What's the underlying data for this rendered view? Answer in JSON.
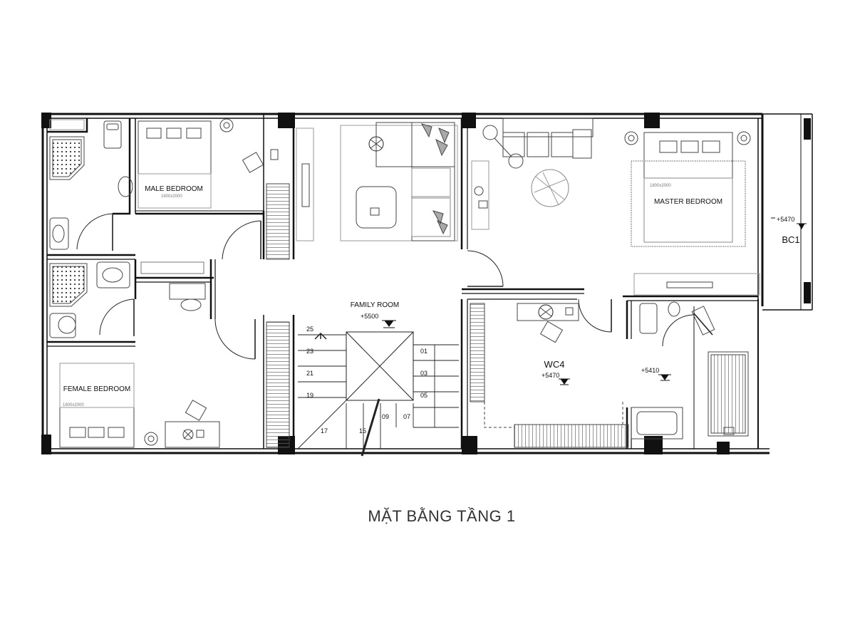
{
  "rooms": {
    "male_bedroom": "MALE BEDROOM",
    "male_bed_size": "1600x2000",
    "female_bedroom": "FEMALE BEDROOM",
    "female_bed_size": "1600x2000",
    "family_room": "FAMILY ROOM",
    "family_level": "+5500",
    "master_bedroom": "MASTER BEDROOM",
    "master_bed_size": "1800x2000",
    "wc4": "WC4",
    "wc4_level": "+5470",
    "bath_level": "+5410",
    "bc1": "BC1",
    "bc1_level": "+5470"
  },
  "stair_steps": {
    "s01": "01",
    "s03": "03",
    "s05": "05",
    "s07": "07",
    "s09": "09",
    "s15": "15",
    "s17": "17",
    "s19": "19",
    "s21": "21",
    "s23": "23",
    "s25": "25"
  },
  "caption": "MẶT BẰNG TẦNG 1",
  "colors": {
    "wall": "#111111",
    "furniture": "#555555",
    "ink": "#222222"
  }
}
